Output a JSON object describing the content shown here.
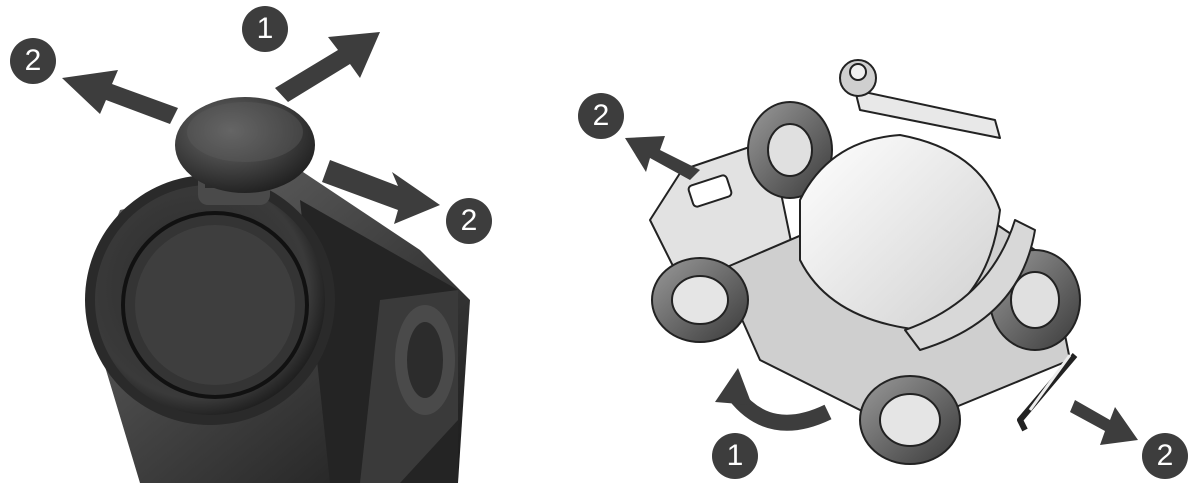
{
  "left_panel": {
    "badges": {
      "a": "1",
      "b": "2",
      "c": "2"
    }
  },
  "right_panel": {
    "badges": {
      "a": "2",
      "b": "1",
      "c": "2"
    }
  },
  "colors": {
    "badge": "#3d3d3d",
    "arrow": "#3d3d3d"
  }
}
